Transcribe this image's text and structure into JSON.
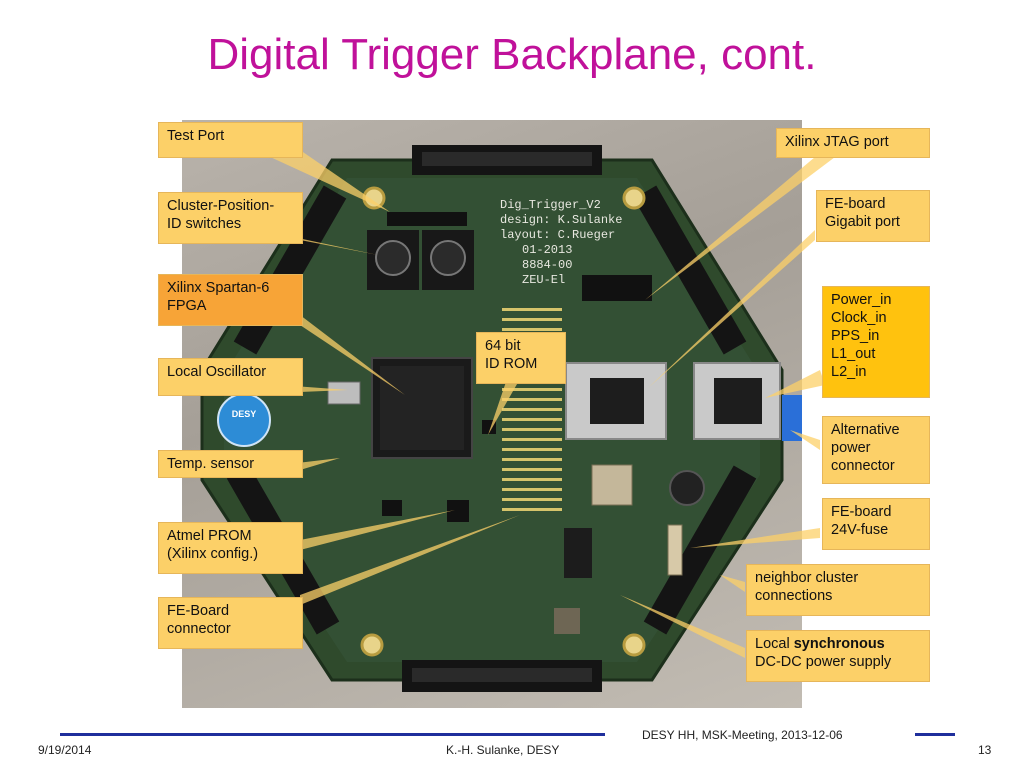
{
  "slide": {
    "title": "Digital Trigger Backplane, cont.",
    "board_silkscreen": [
      "Dig_Trigger_V2",
      "design: K.Sulanke",
      "layout: C.Rueger",
      "01-2013",
      "8884-00",
      "ZEU-El"
    ],
    "board_logo_text": "DESY"
  },
  "callouts": {
    "test_port": {
      "lines": [
        "Test Port"
      ]
    },
    "cluster_position": {
      "lines": [
        "Cluster-Position-",
        "ID switches"
      ]
    },
    "xilinx_fpga": {
      "lines": [
        "Xilinx Spartan-6",
        "FPGA"
      ]
    },
    "local_oscillator": {
      "lines": [
        "Local Oscillator"
      ]
    },
    "temp_sensor": {
      "lines": [
        "Temp. sensor"
      ]
    },
    "atmel_prom": {
      "lines": [
        "Atmel PROM",
        "(Xilinx config.)"
      ]
    },
    "fe_board_connector": {
      "lines": [
        "FE-Board",
        "connector"
      ]
    },
    "id_rom": {
      "lines": [
        "64 bit",
        "ID ROM"
      ]
    },
    "xilinx_jtag": {
      "lines": [
        "Xilinx JTAG port"
      ]
    },
    "fe_gigabit": {
      "lines": [
        "FE-board",
        "Gigabit port"
      ]
    },
    "power_in": {
      "lines": [
        "Power_in",
        "Clock_in",
        "PPS_in",
        "L1_out",
        "L2_in"
      ]
    },
    "alt_power": {
      "lines": [
        "Alternative",
        "power",
        "connector"
      ]
    },
    "fe_fuse": {
      "lines": [
        "FE-board",
        "24V-fuse"
      ]
    },
    "neighbor": {
      "lines": [
        "neighbor cluster",
        "connections"
      ]
    },
    "dcdc": {
      "prefix": "Local ",
      "bold": "synchronous",
      "line2": "DC-DC power supply"
    }
  },
  "footer": {
    "date": "9/19/2014",
    "author": "K.-H. Sulanke, DESY",
    "meeting": "DESY HH, MSK-Meeting, 2013-12-06",
    "page": "13"
  },
  "colors": {
    "title": "#c0119a",
    "callout_default": "#fcd068",
    "callout_fpga": "#f7a437",
    "callout_power": "#ffc20e",
    "pcb_green": "#2f4a2c",
    "footer_rule": "#1f2f9c"
  }
}
